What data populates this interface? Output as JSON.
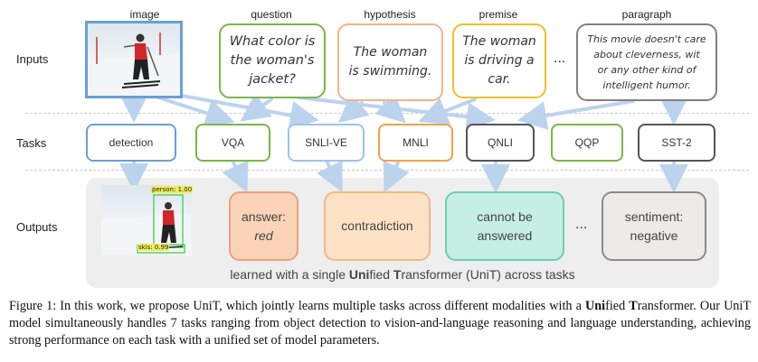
{
  "row_labels": {
    "inputs": "Inputs",
    "tasks": "Tasks",
    "outputs": "Outputs"
  },
  "input_headers": {
    "image": "image",
    "question": "question",
    "hypothesis": "hypothesis",
    "premise": "premise",
    "paragraph": "paragraph"
  },
  "inputs": {
    "question": [
      "What color is",
      "the woman's",
      "jacket?"
    ],
    "hypothesis": [
      "The woman",
      "is swimming."
    ],
    "premise": [
      "The woman",
      "is driving a",
      "car."
    ],
    "ellipsis": "...",
    "paragraph": [
      "This movie doesn't care",
      "about cleverness, wit",
      "or any other kind of",
      "intelligent humor."
    ]
  },
  "tasks": [
    "detection",
    "VQA",
    "SNLI-VE",
    "MNLI",
    "QNLI",
    "QQP",
    "SST-2"
  ],
  "outputs": {
    "detection_labels": {
      "person": "person: 1.00",
      "skis": "skis: 0.99"
    },
    "answer": [
      "answer:",
      "red"
    ],
    "contradiction": "contradiction",
    "qnli": [
      "cannot be",
      "answered"
    ],
    "ellipsis": "...",
    "sentiment": [
      "sentiment:",
      "negative"
    ]
  },
  "banner": {
    "prefix": "learned with a single ",
    "uni_bold": "Uni",
    "fied": "fied ",
    "t_bold": "T",
    "suffix": "ransformer (UniT) across tasks"
  },
  "caption": {
    "p1": "Figure 1: In this work, we propose UniT, which jointly learns multiple tasks across different modalities with a ",
    "uni_bold": "Uni",
    "p2": "fied",
    "t_bold": "T",
    "p3": "ransformer. Our UniT model simultaneously handles 7 tasks ranging from object detection to vision-and-language reasoning and language understanding, achieving strong performance on each task with a unified set of model parameters."
  },
  "colors": {
    "image_border": "#6a9fd4",
    "detection": "#6a9fd4",
    "vqa": "#7ab648",
    "snli": "#9fc3e6",
    "mnli": "#f0a24a",
    "question": "#7ab648",
    "hypothesis": "#f2b48a",
    "premise": "#f2c024",
    "paragraph": "#808080",
    "qnli": "#555555",
    "qqp": "#7ab648",
    "sst2": "#555555",
    "out_answer_fill": "#fbd3b8",
    "out_answer_border": "#e8a27b",
    "out_contra_fill": "#fde2c6",
    "out_contra_border": "#f0b887",
    "out_qnli_fill": "#c5efe3",
    "out_qnli_border": "#6fcfb0",
    "out_sent_fill": "#eeeaea",
    "out_sent_border": "#8a8a8a",
    "outputs_panel": "#eeeeee",
    "arrow": "#bcd3ee"
  }
}
